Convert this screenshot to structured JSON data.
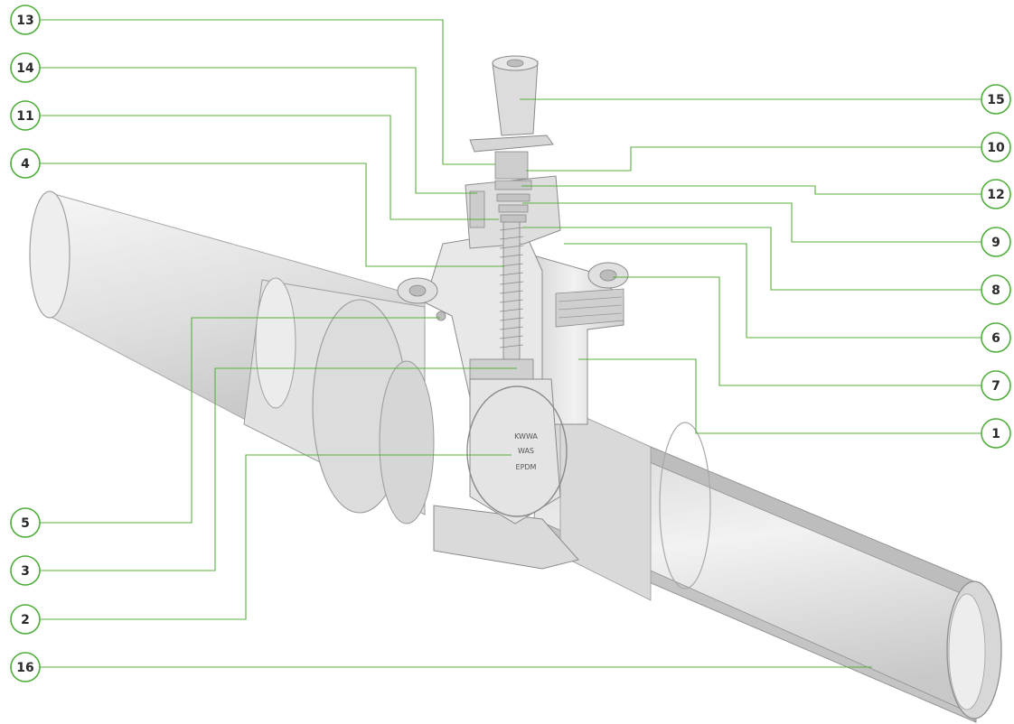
{
  "colors": {
    "leader": "#58b041",
    "callout_border": "#4fae3a",
    "part_fill": "#e6e6e6",
    "part_stroke": "#8a8a8a"
  },
  "stamp": {
    "line1": "KWWA",
    "line2": "WAS",
    "line3": "EPDM"
  },
  "callouts": [
    {
      "label": "13"
    },
    {
      "label": "14"
    },
    {
      "label": "11"
    },
    {
      "label": "4"
    },
    {
      "label": "5"
    },
    {
      "label": "3"
    },
    {
      "label": "2"
    },
    {
      "label": "16"
    },
    {
      "label": "15"
    },
    {
      "label": "10"
    },
    {
      "label": "12"
    },
    {
      "label": "9"
    },
    {
      "label": "8"
    },
    {
      "label": "6"
    },
    {
      "label": "7"
    },
    {
      "label": "1"
    }
  ]
}
